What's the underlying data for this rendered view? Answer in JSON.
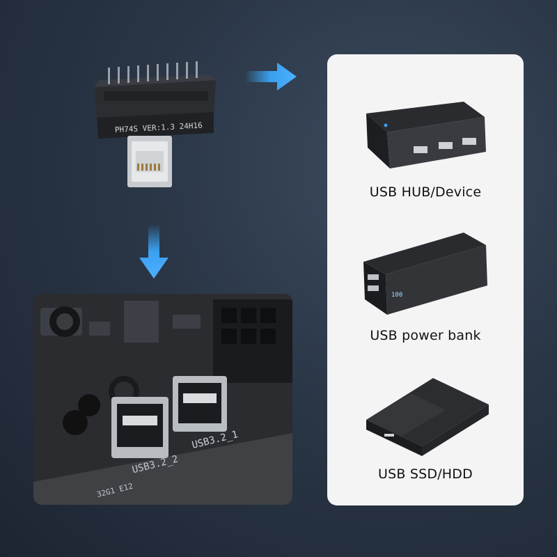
{
  "adapter": {
    "silkscreen": "PH74S VER:1.3 24H16"
  },
  "board": {
    "label_port_a": "USB3.2_2",
    "label_port_b": "USB3.2_1",
    "label_bottom": "32G1 E12"
  },
  "devices": [
    {
      "label": "USB HUB/Device",
      "icon": "usb-hub-icon"
    },
    {
      "label": "USB power bank",
      "icon": "power-bank-icon",
      "display": "100"
    },
    {
      "label": "USB SSD/HDD",
      "icon": "ssd-hdd-icon"
    }
  ],
  "colors": {
    "arrow": "#3aa0f0",
    "panel": "#f4f4f5",
    "background": "#2a3646"
  }
}
